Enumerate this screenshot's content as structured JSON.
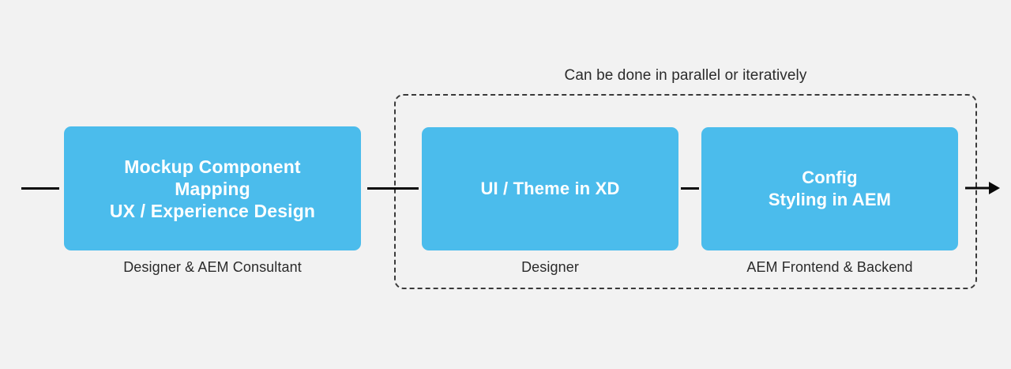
{
  "diagram": {
    "background_color": "#f2f2f2",
    "accent_color": "#4bbcec",
    "line_color": "#0a0a0a",
    "group": {
      "caption": "Can be done in parallel or iteratively",
      "border_style": "dashed"
    },
    "stages": [
      {
        "id": "mockup-component-mapping",
        "title": "Mockup Component\nMapping\nUX / Experience Design",
        "role": "Designer & AEM Consultant",
        "in_group": false
      },
      {
        "id": "ui-theme-in-xd",
        "title": "UI / Theme in XD",
        "role": "Designer",
        "in_group": true
      },
      {
        "id": "config-styling-in-aem",
        "title": "Config\nStyling in AEM",
        "role": "AEM Frontend & Backend",
        "in_group": true
      }
    ],
    "connectors": [
      {
        "id": "entry",
        "from": "start",
        "to": "mockup-component-mapping",
        "arrowhead": false
      },
      {
        "id": "link-1-2",
        "from": "mockup-component-mapping",
        "to": "ui-theme-in-xd",
        "arrowhead": false
      },
      {
        "id": "link-2-3",
        "from": "ui-theme-in-xd",
        "to": "config-styling-in-aem",
        "arrowhead": false
      },
      {
        "id": "exit",
        "from": "config-styling-in-aem",
        "to": "end",
        "arrowhead": true
      }
    ]
  }
}
